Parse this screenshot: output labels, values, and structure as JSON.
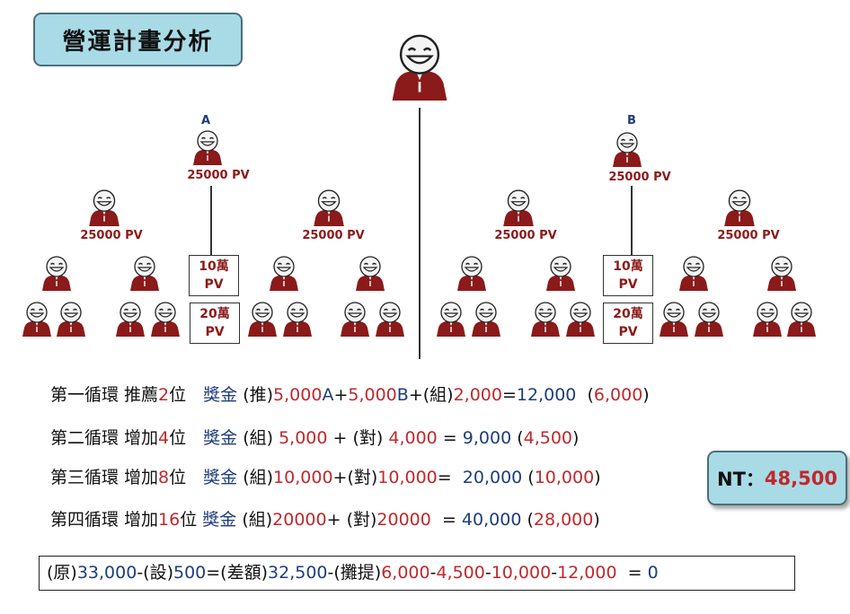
{
  "title": "營運計畫分析",
  "colors": {
    "title_bg": "#a8dbe6",
    "red": "#c0282b",
    "blue": "#1f3d7a",
    "shirt": "#8b1a1a"
  },
  "labels": {
    "a": "A",
    "b": "B"
  },
  "pv": {
    "a_top": "25000 PV",
    "a_left": "25000 PV",
    "a_right": "25000 PV",
    "b_top": "25000 PV",
    "b_left": "25000 PV",
    "b_right": "25000 PV"
  },
  "boxes": {
    "a_10": {
      "line1": "10萬",
      "line2": "PV"
    },
    "a_20": {
      "line1": "20萬",
      "line2": "PV"
    },
    "b_10": {
      "line1": "10萬",
      "line2": "PV"
    },
    "b_20": {
      "line1": "20萬",
      "line2": "PV"
    }
  },
  "rows": [
    [
      {
        "t": "第一循環 推薦",
        "c": "k"
      },
      {
        "t": "2",
        "c": "r"
      },
      {
        "t": "位　",
        "c": "k"
      },
      {
        "t": "獎金",
        "c": "b"
      },
      {
        "t": " (推)",
        "c": "k"
      },
      {
        "t": "5,000",
        "c": "r"
      },
      {
        "t": "A",
        "c": "b"
      },
      {
        "t": "+",
        "c": "k"
      },
      {
        "t": "5,000",
        "c": "r"
      },
      {
        "t": "B",
        "c": "b"
      },
      {
        "t": "+(組)",
        "c": "k"
      },
      {
        "t": "2,000",
        "c": "r"
      },
      {
        "t": "=",
        "c": "k"
      },
      {
        "t": "12,000",
        "c": "b"
      },
      {
        "t": "  (",
        "c": "k"
      },
      {
        "t": "6,000",
        "c": "r"
      },
      {
        "t": ")",
        "c": "k"
      }
    ],
    [
      {
        "t": "第二循環 增加",
        "c": "k"
      },
      {
        "t": "4",
        "c": "r"
      },
      {
        "t": "位　",
        "c": "k"
      },
      {
        "t": "獎金",
        "c": "b"
      },
      {
        "t": " (組) ",
        "c": "k"
      },
      {
        "t": "5,000",
        "c": "r"
      },
      {
        "t": " + (對) ",
        "c": "k"
      },
      {
        "t": "4,000",
        "c": "r"
      },
      {
        "t": " = ",
        "c": "k"
      },
      {
        "t": "9,000",
        "c": "b"
      },
      {
        "t": " (",
        "c": "k"
      },
      {
        "t": "4,500",
        "c": "r"
      },
      {
        "t": ")",
        "c": "k"
      }
    ],
    [
      {
        "t": "第三循環 增加",
        "c": "k"
      },
      {
        "t": "8",
        "c": "r"
      },
      {
        "t": "位　",
        "c": "k"
      },
      {
        "t": "獎金",
        "c": "b"
      },
      {
        "t": " (組)",
        "c": "k"
      },
      {
        "t": "10,000",
        "c": "r"
      },
      {
        "t": "+(對)",
        "c": "k"
      },
      {
        "t": "10,000",
        "c": "r"
      },
      {
        "t": "=  ",
        "c": "k"
      },
      {
        "t": "20,000",
        "c": "b"
      },
      {
        "t": " (",
        "c": "k"
      },
      {
        "t": "10,000",
        "c": "r"
      },
      {
        "t": ")",
        "c": "k"
      }
    ],
    [
      {
        "t": "第四循環 增加",
        "c": "k"
      },
      {
        "t": "16",
        "c": "r"
      },
      {
        "t": "位 ",
        "c": "k"
      },
      {
        "t": "獎金",
        "c": "b"
      },
      {
        "t": " (組)",
        "c": "k"
      },
      {
        "t": "20000",
        "c": "r"
      },
      {
        "t": "+ (對)",
        "c": "k"
      },
      {
        "t": "20000",
        "c": "r"
      },
      {
        "t": "  = ",
        "c": "k"
      },
      {
        "t": "40,000",
        "c": "b"
      },
      {
        "t": " (",
        "c": "k"
      },
      {
        "t": "28,000",
        "c": "r"
      },
      {
        "t": ")",
        "c": "k"
      }
    ]
  ],
  "nt": {
    "label": "NT：",
    "value": "48,500"
  },
  "formula": [
    {
      "t": "(原)",
      "c": "k"
    },
    {
      "t": "33,000",
      "c": "b"
    },
    {
      "t": "-(設)",
      "c": "k"
    },
    {
      "t": "500",
      "c": "b"
    },
    {
      "t": "=(差額)",
      "c": "k"
    },
    {
      "t": "32,500",
      "c": "b"
    },
    {
      "t": "-(攤提)",
      "c": "k"
    },
    {
      "t": "6,000",
      "c": "r"
    },
    {
      "t": "-",
      "c": "k"
    },
    {
      "t": "4,500",
      "c": "r"
    },
    {
      "t": "-",
      "c": "k"
    },
    {
      "t": "10,000",
      "c": "r"
    },
    {
      "t": "-",
      "c": "k"
    },
    {
      "t": "12,000",
      "c": "r"
    },
    {
      "t": "  = ",
      "c": "k"
    },
    {
      "t": "0",
      "c": "b"
    }
  ]
}
